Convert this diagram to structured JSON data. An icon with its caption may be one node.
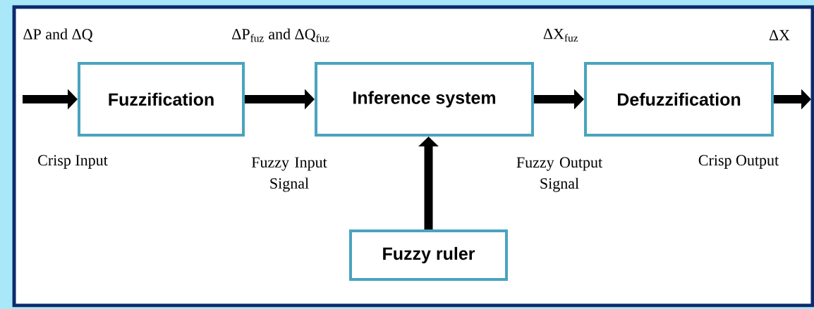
{
  "diagram": {
    "nodes": [
      {
        "text": [
          "Fuzzification"
        ]
      },
      {
        "text": [
          "Inference system"
        ]
      },
      {
        "text": [
          "Defuzzification"
        ]
      },
      {
        "text": [
          "Fuzzy ruler"
        ]
      }
    ],
    "edges": [
      {
        "from": null,
        "to": 0,
        "arrow": "to"
      },
      {
        "from": 0,
        "to": 1,
        "arrow": "to"
      },
      {
        "from": 1,
        "to": 2,
        "arrow": "to"
      },
      {
        "from": 2,
        "to": null,
        "arrow": "to"
      },
      {
        "from": 3,
        "to": 1,
        "arrow": "to"
      }
    ],
    "labels": [
      "ΔP and ΔQ",
      "ΔP$_{fuz}$ and ΔQ$_{fuz}$",
      "ΔX$_{fuz}$",
      "ΔX",
      "Crisp Input",
      "Fuzzy Input Signal",
      "Fuzzy Output Signal",
      "Crisp Output"
    ]
  }
}
